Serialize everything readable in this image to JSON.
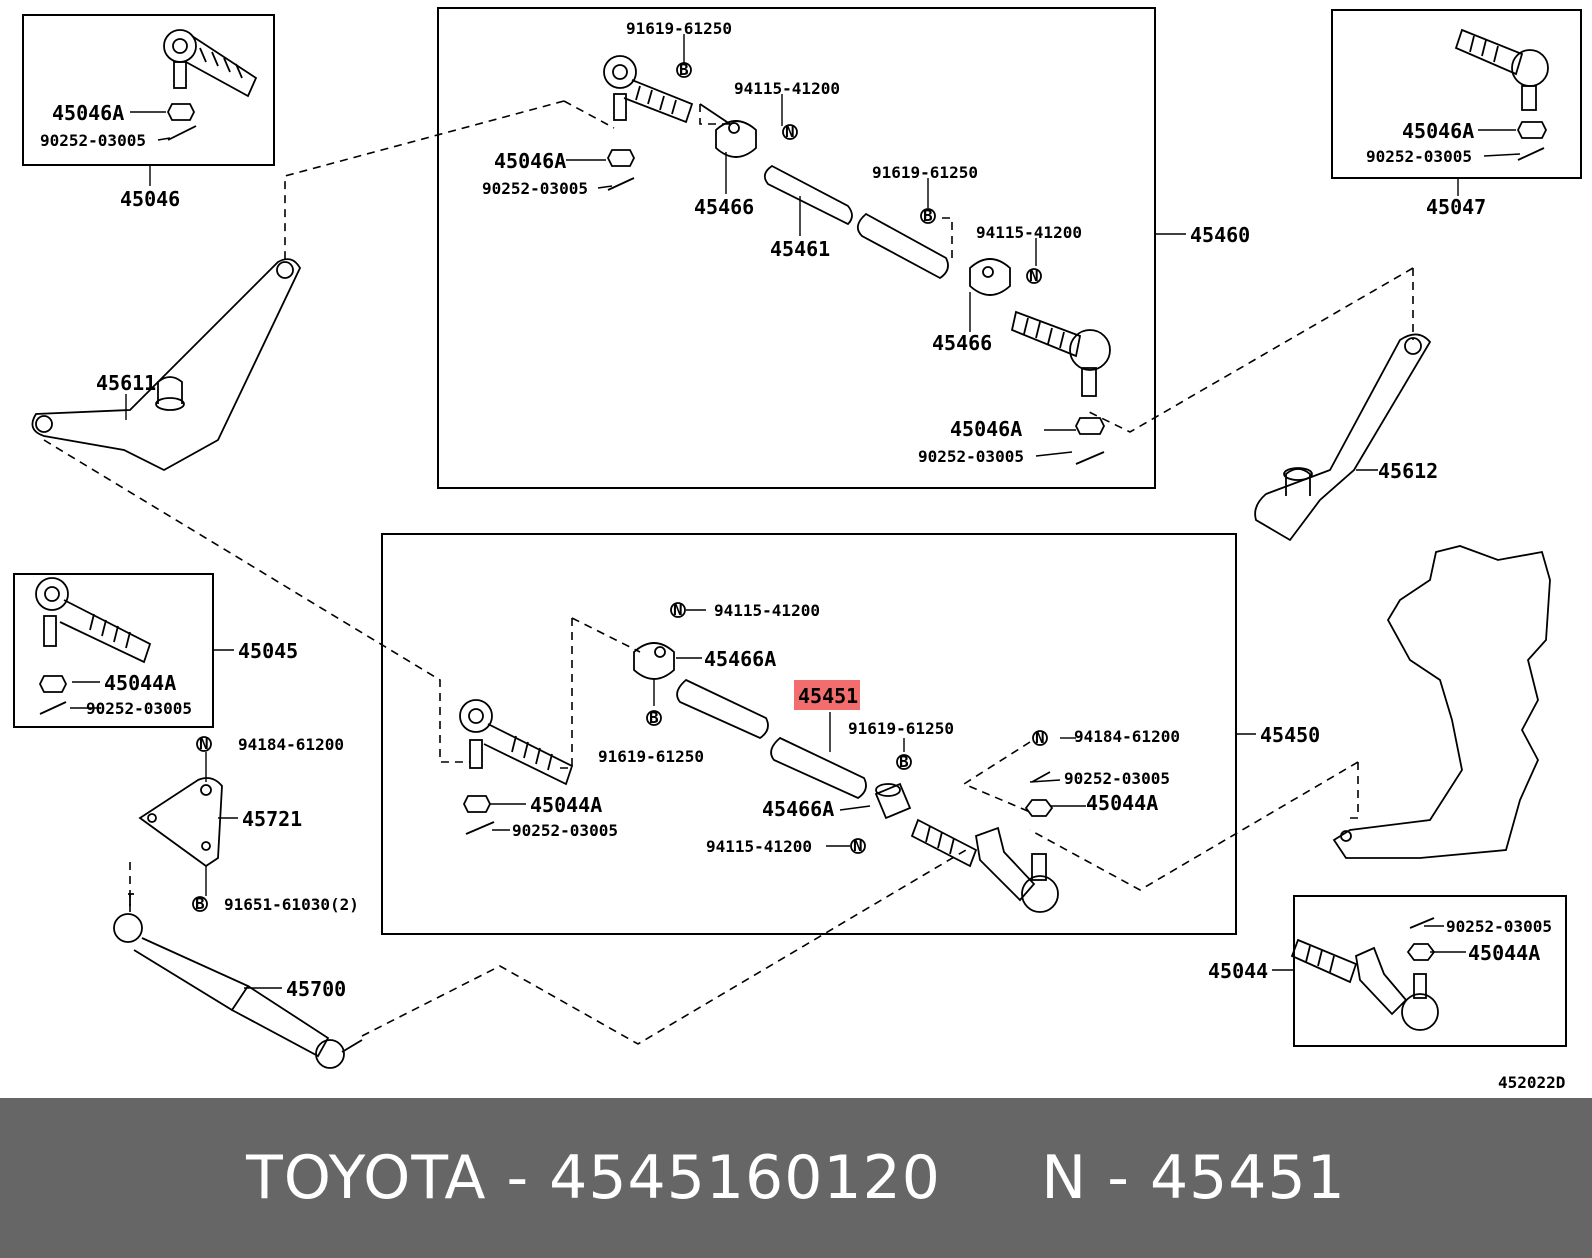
{
  "diagram_code": "452022D",
  "footer": {
    "title": "TOYOTA - 4545160120     N - 45451"
  },
  "highlight_color": "#f26d6d",
  "symbols": {
    "bolt": "B",
    "nut": "N"
  },
  "labels": {
    "p45046": "45046",
    "p45046a_1": "45046A",
    "p90252_1": "90252-03005",
    "p91619_top": "91619-61250",
    "p94115_top": "94115-41200",
    "p45046a_2": "45046A",
    "p90252_2": "90252-03005",
    "p45466_1": "45466",
    "p45461": "45461",
    "p91619_mid": "91619-61250",
    "p94115_mid": "94115-41200",
    "p45466_2": "45466",
    "p45460": "45460",
    "p45046a_3": "45046A",
    "p90252_3": "90252-03005",
    "p45047": "45047",
    "p45046a_4": "45046A",
    "p90252_4": "90252-03005",
    "p45611": "45611",
    "p45612": "45612",
    "p45045": "45045",
    "p45044a_1": "45044A",
    "p90252_5": "90252-03005",
    "p94184_l": "94184-61200",
    "p45721": "45721",
    "p91651": "91651-61030(2)",
    "p45700": "45700",
    "p94115_b1": "94115-41200",
    "p45466a_1": "45466A",
    "p91619_b1": "91619-61250",
    "p45044a_2": "45044A",
    "p90252_6": "90252-03005",
    "p45451": "45451",
    "p91619_b2": "91619-61250",
    "p45466a_2": "45466A",
    "p94115_b2": "94115-41200",
    "p94184_r": "94184-61200",
    "p90252_7": "90252-03005",
    "p45044a_3": "45044A",
    "p45450": "45450",
    "p45044": "45044",
    "p90252_8": "90252-03005",
    "p45044a_4": "45044A"
  }
}
